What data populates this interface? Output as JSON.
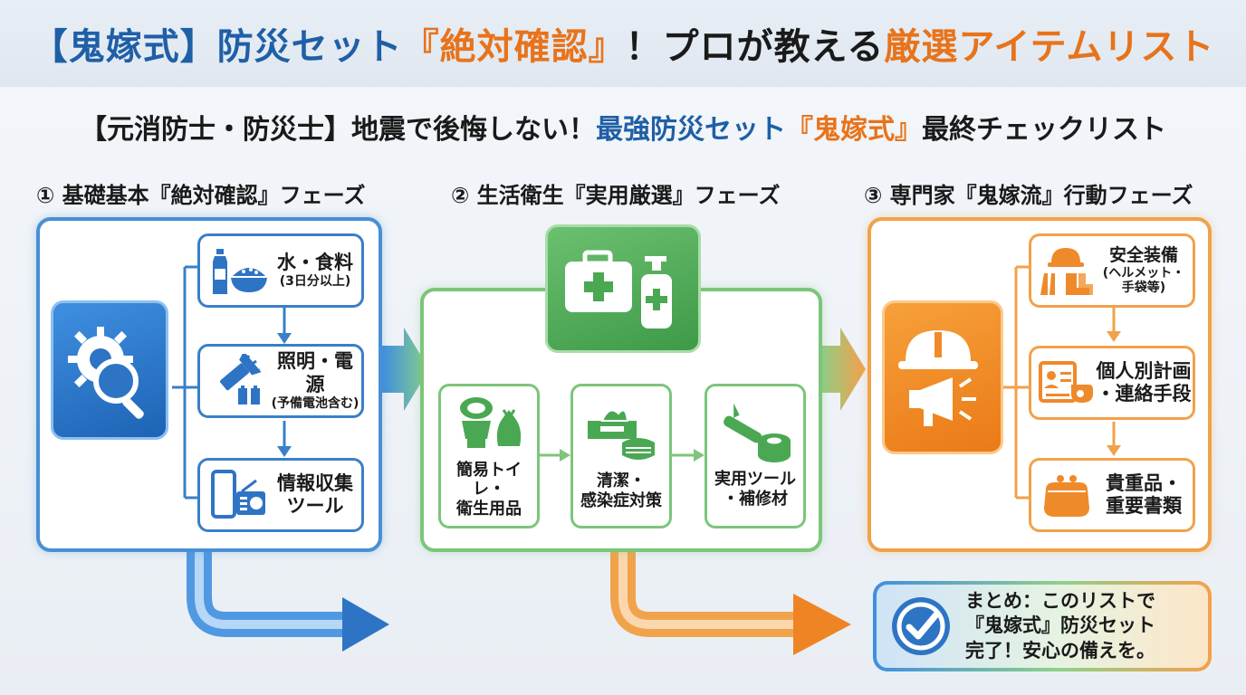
{
  "title": {
    "part1": "【鬼嫁式】防災セット",
    "part2": "『絶対確認』",
    "part3": "！プロが教える",
    "part4": "厳選",
    "part5": "アイテムリスト"
  },
  "subtitle": {
    "part1": "【元消防士・防災士】地震で後悔しない！",
    "part2": "最強防災セット",
    "part3": "『鬼嫁式』",
    "part4": "最終チェックリスト"
  },
  "phases": [
    {
      "label": "① 基礎基本『絶対確認』フェーズ",
      "items": [
        {
          "title": "水・食料",
          "sub": "(3日分以上)",
          "icon": "water-bottle-rice-icon"
        },
        {
          "title": "照明・電源",
          "sub": "(予備電池含む)",
          "icon": "flashlight-battery-icon"
        },
        {
          "title": "情報収集",
          "title2": "ツール",
          "icon": "phone-radio-icon"
        }
      ],
      "main_icon": "gear-search-icon"
    },
    {
      "label": "② 生活衛生『実用厳選』フェーズ",
      "items": [
        {
          "title": "簡易トイレ・",
          "title2": "衛生用品",
          "icon": "toilet-bag-icon"
        },
        {
          "title": "清潔・",
          "title2": "感染症対策",
          "icon": "tissue-mask-icon"
        },
        {
          "title": "実用ツール",
          "title2": "・補修材",
          "icon": "knife-tape-icon"
        }
      ],
      "main_icon": "first-aid-sanitizer-icon"
    },
    {
      "label": "③ 専門家『鬼嫁流』行動フェーズ",
      "items": [
        {
          "title": "安全装備",
          "sub": "(ヘルメット・",
          "sub2": "手袋等)",
          "icon": "helmet-gloves-boots-icon"
        },
        {
          "title": "個人別計画",
          "title2": "・連絡手段",
          "icon": "id-card-whistle-icon"
        },
        {
          "title": "貴重品・",
          "title2": "重要書類",
          "icon": "purse-icon"
        }
      ],
      "main_icon": "helmet-megaphone-icon"
    }
  ],
  "summary": {
    "line1": "まとめ：このリストで",
    "line2": "『鬼嫁式』防災セット",
    "line3": "完了！安心の備えを。",
    "icon": "check-circle-icon"
  },
  "colors": {
    "blue": "#1f5fa6",
    "orange": "#e8731a",
    "green": "#5cb360"
  }
}
